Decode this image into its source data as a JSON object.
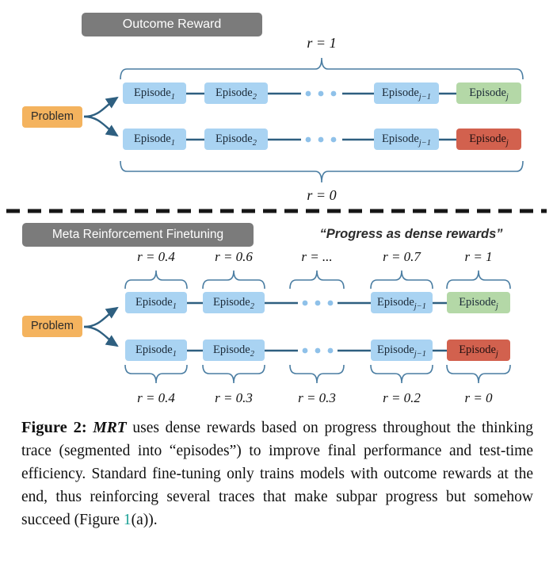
{
  "episodes": {
    "e1": {
      "base": "Episode",
      "sub": "1"
    },
    "e2": {
      "base": "Episode",
      "sub": "2"
    },
    "ejm1": {
      "base": "Episode",
      "sub": "j−1"
    },
    "ej": {
      "base": "Episode",
      "sub": "j"
    }
  },
  "outcome": {
    "title": "Outcome Reward",
    "problem": "Problem",
    "r_top": "r = 1",
    "r_bottom": "r = 0"
  },
  "mrt": {
    "title": "Meta Reinforcement Finetuning",
    "quote": "“Progress as dense rewards”",
    "problem": "Problem",
    "rewards_top": [
      "r = 0.4",
      "r = 0.6",
      "r = ...",
      "r = 0.7",
      "r = 1"
    ],
    "rewards_bottom": [
      "r = 0.4",
      "r = 0.3",
      "r = 0.3",
      "r = 0.2",
      "r = 0"
    ]
  },
  "colors": {
    "episode_blue": "#a9d3f2",
    "episode_green": "#b4d8a7",
    "episode_red": "#d2614e",
    "problem_orange": "#f4b35e",
    "header_gray": "#7b7b7b",
    "wire_blue": "#2e5f80",
    "link_teal": "#18a095"
  },
  "caption": {
    "label": "Figure 2:",
    "mrt": "MRT",
    "body": " uses dense rewards based on progress throughout the thinking trace (segmented into “episodes”) to improve final performance and test-time efficiency. Standard fine-tuning only trains models with outcome rewards at the end, thus reinforcing several traces that make subpar progress but somehow succeed (Figure ",
    "figlink": "1",
    "tail": "(a))."
  }
}
